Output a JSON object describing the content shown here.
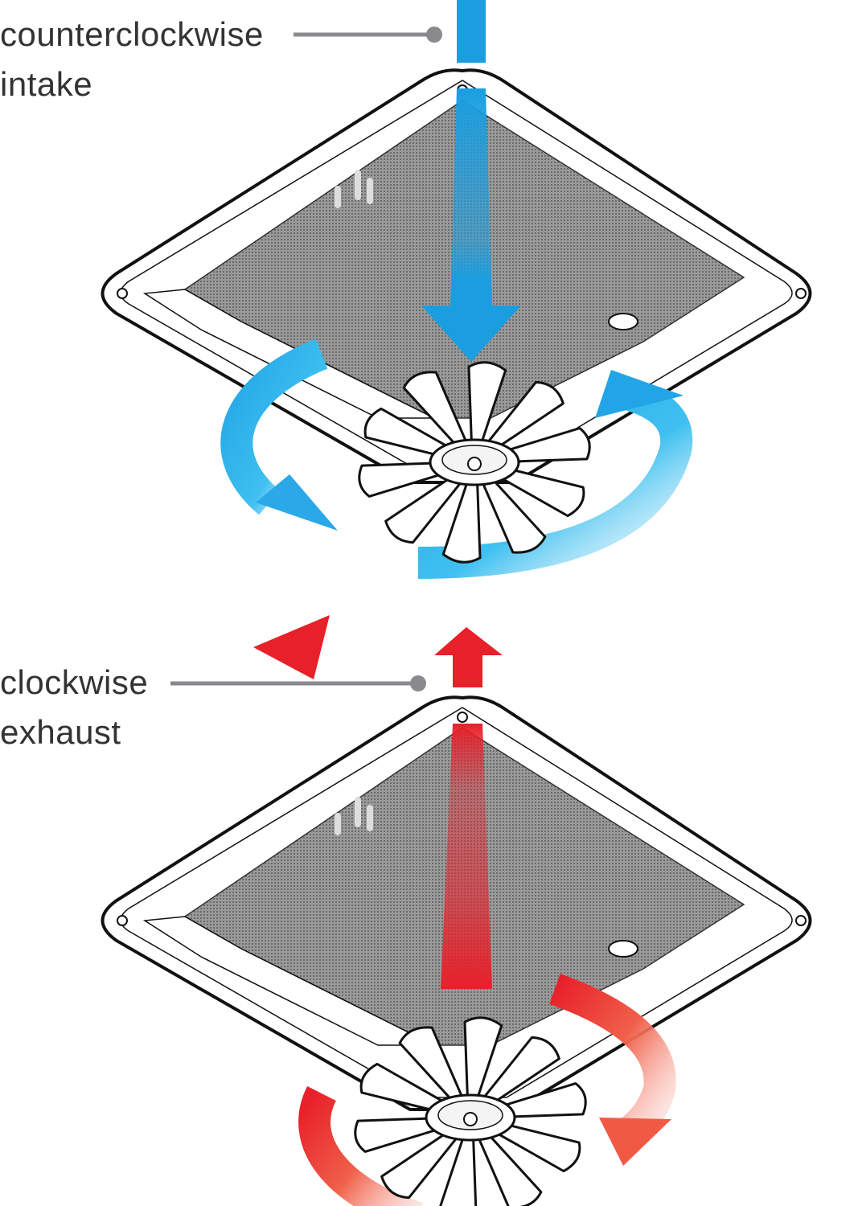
{
  "intake": {
    "direction": "counterclockwise",
    "mode": "intake",
    "arrow_color": "#1a9ee0"
  },
  "exhaust": {
    "direction": "clockwise",
    "mode": "exhaust",
    "arrow_color": "#e8202a"
  },
  "colors": {
    "leader_line": "#8a8a8e",
    "outline": "#111111",
    "mesh": "#8c8c8c"
  }
}
